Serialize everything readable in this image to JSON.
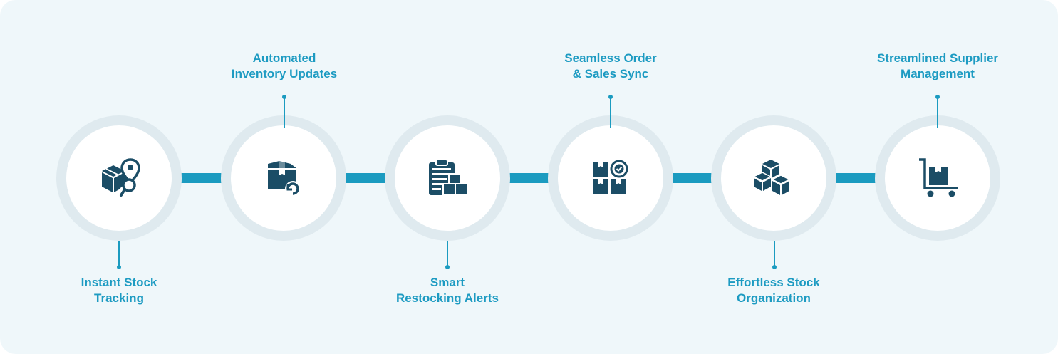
{
  "colors": {
    "accent": "#1b9bc0",
    "icon": "#1b4d66",
    "ring": "#dfeaef",
    "background": "#eff7fa"
  },
  "steps": [
    {
      "label_line1": "Instant Stock",
      "label_line2": "Tracking",
      "icon": "box-location-icon",
      "label_position": "below"
    },
    {
      "label_line1": "Automated",
      "label_line2": "Inventory Updates",
      "icon": "box-refresh-icon",
      "label_position": "above"
    },
    {
      "label_line1": "Smart",
      "label_line2": "Restocking Alerts",
      "icon": "clipboard-boxes-icon",
      "label_position": "below"
    },
    {
      "label_line1": "Seamless Order",
      "label_line2": "& Sales Sync",
      "icon": "boxes-check-icon",
      "label_position": "above"
    },
    {
      "label_line1": "Effortless Stock",
      "label_line2": "Organization",
      "icon": "stacked-cubes-icon",
      "label_position": "below"
    },
    {
      "label_line1": "Streamlined Supplier",
      "label_line2": "Management",
      "icon": "hand-truck-icon",
      "label_position": "above"
    }
  ]
}
